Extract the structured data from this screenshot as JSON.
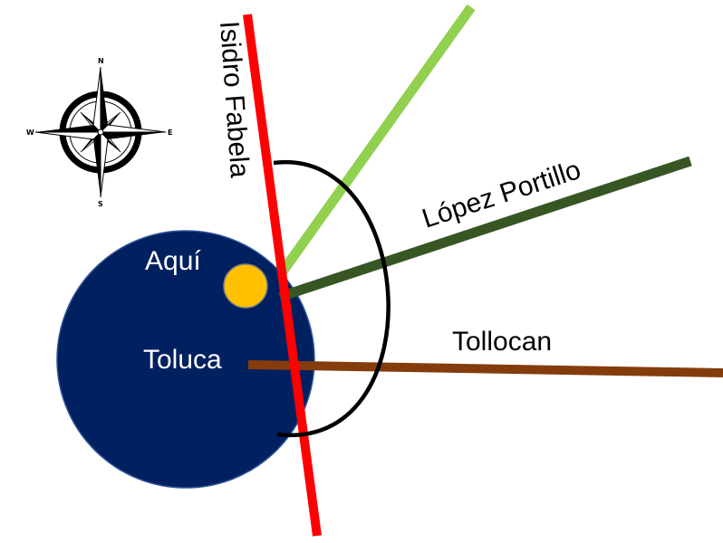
{
  "map": {
    "labels": {
      "here": "Aquí",
      "city": "Toluca",
      "isidro": "Isidro Fabela",
      "lopez": "López Portillo",
      "tollocan": "Tollocan"
    },
    "compass": {
      "north": "N",
      "south": "S",
      "east": "E",
      "west": "W"
    },
    "colors": {
      "city": "#002060",
      "here_marker": "#FFC000",
      "isidro_fabela": "#FF0000",
      "lopez_portillo": "#375623",
      "light_green_road": "#92D050",
      "tollocan": "#843C0C",
      "arc": "#000000"
    }
  }
}
